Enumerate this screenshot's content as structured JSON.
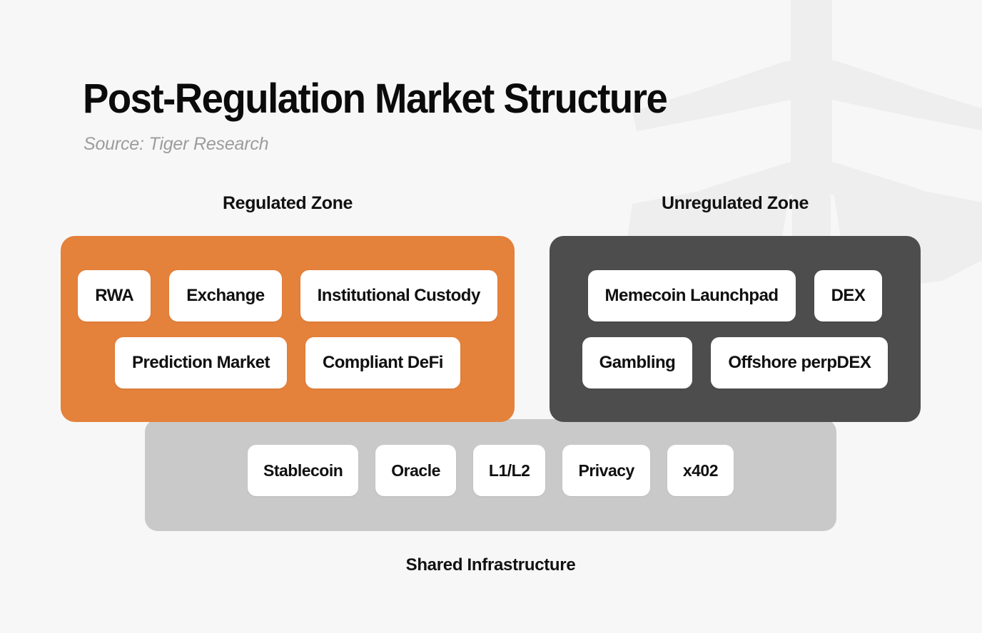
{
  "header": {
    "title": "Post-Regulation Market Structure",
    "source": "Source: Tiger Research"
  },
  "zones": {
    "regulated": {
      "label": "Regulated Zone",
      "color": "#e4813b",
      "rows": [
        [
          "RWA",
          "Exchange",
          "Institutional Custody"
        ],
        [
          "Prediction Market",
          "Compliant DeFi"
        ]
      ]
    },
    "unregulated": {
      "label": "Unregulated Zone",
      "color": "#4d4d4d",
      "rows": [
        [
          "Memecoin Launchpad",
          "DEX"
        ],
        [
          "Gambling",
          "Offshore perpDEX"
        ]
      ]
    },
    "shared": {
      "label": "Shared Infrastructure",
      "color": "#c9c9c9",
      "items": [
        "Stablecoin",
        "Oracle",
        "L1/L2",
        "Privacy",
        "x402"
      ]
    }
  },
  "theme": {
    "background": "#f7f7f7",
    "chip_background": "#ffffff",
    "title_color": "#0b0b0b",
    "source_color": "#9c9c9c",
    "watermark_color": "#efefef"
  },
  "watermark": {
    "name": "tiger-research-mark"
  }
}
